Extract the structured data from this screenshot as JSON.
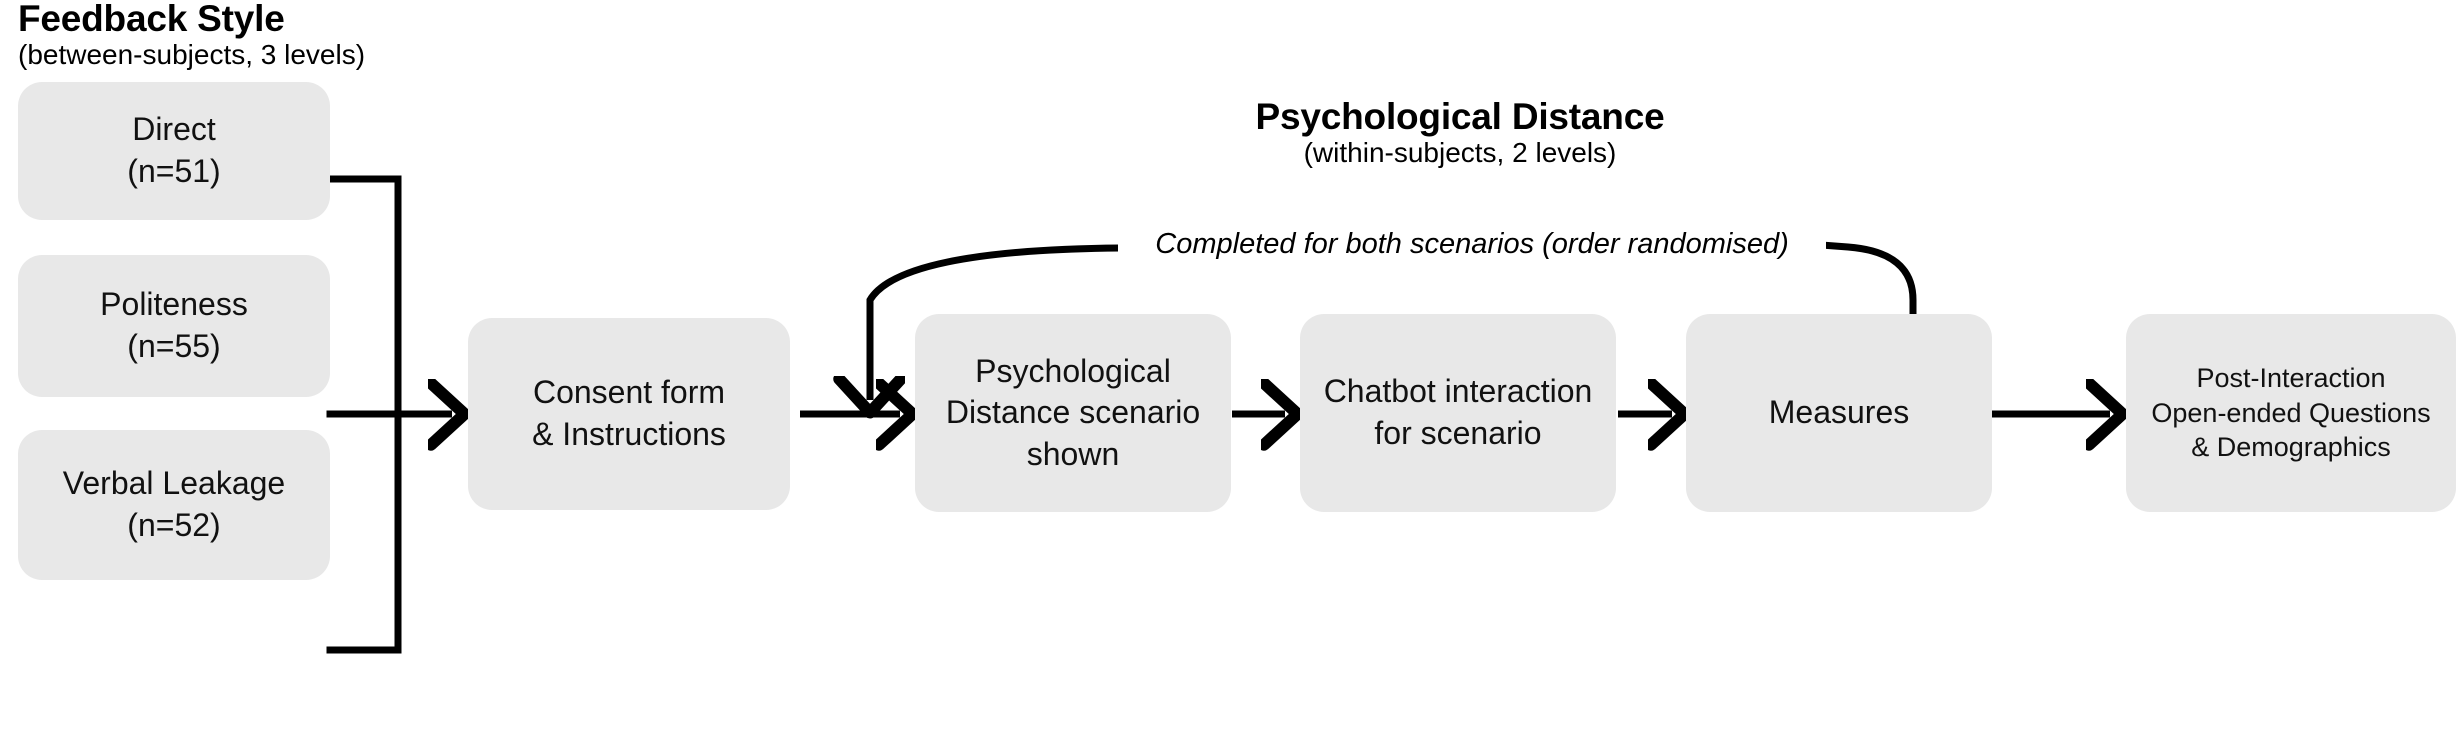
{
  "diagram": {
    "background_color": "#ffffff",
    "node_fill_color": "#e8e8e8",
    "line_color": "#000000"
  },
  "factors": {
    "feedback_style": {
      "title": "Feedback Style",
      "subtitle": "(between-subjects, 3 levels)",
      "levels": [
        {
          "name": "Direct",
          "n_label": "(n=51)"
        },
        {
          "name": "Politeness",
          "n_label": "(n=55)"
        },
        {
          "name": "Verbal Leakage",
          "n_label": "(n=52)"
        }
      ]
    },
    "psychological_distance": {
      "title": "Psychological Distance",
      "subtitle": "(within-subjects, 2 levels)"
    }
  },
  "flow": {
    "loop_caption": "Completed for both scenarios (order randomised)",
    "steps": [
      {
        "id": "consent",
        "label": "Consent form\n& Instructions"
      },
      {
        "id": "scenario",
        "label": "Psychological\nDistance scenario\nshown"
      },
      {
        "id": "chatbot",
        "label": "Chatbot interaction\nfor scenario"
      },
      {
        "id": "measures",
        "label": "Measures"
      },
      {
        "id": "post",
        "label": "Post-Interaction\nOpen-ended Questions\n& Demographics"
      }
    ]
  }
}
